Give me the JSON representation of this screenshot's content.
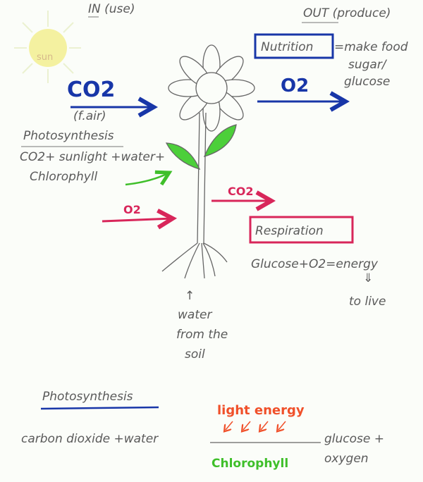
{
  "header": {
    "in_label": "IN (use)",
    "out_label": "OUT (produce)"
  },
  "sun": {
    "label": "sun"
  },
  "inputs": {
    "co2": "CO2",
    "co2_note": "(f.air)",
    "o2": "O2"
  },
  "photosynthesis_note": {
    "title": "Photosynthesis",
    "line1": "CO2+ sunlight +water+",
    "line2": "Chlorophyll"
  },
  "outputs": {
    "nutrition": "Nutrition",
    "nutrition_desc": "=make food",
    "sugar": "sugar/",
    "glucose": "glucose",
    "o2": "O2",
    "co2": "CO2"
  },
  "respiration": {
    "title": "Respiration",
    "equation": "Glucose+O2=energy",
    "arrow": "⇓",
    "result": "to live"
  },
  "water": {
    "arrow": "↑",
    "line1": "water",
    "line2": "from the",
    "line3": "soil"
  },
  "equation": {
    "title": "Photosynthesis",
    "reactants": "carbon dioxide +water",
    "condition": "light energy",
    "catalyst": "Chlorophyll",
    "product1": "glucose +",
    "product2": "oxygen"
  },
  "colors": {
    "blue": "#1836a8",
    "red": "#d8265a",
    "green": "#3fbf2a",
    "orange": "#f0502a",
    "sun": "#f3ef8a"
  }
}
